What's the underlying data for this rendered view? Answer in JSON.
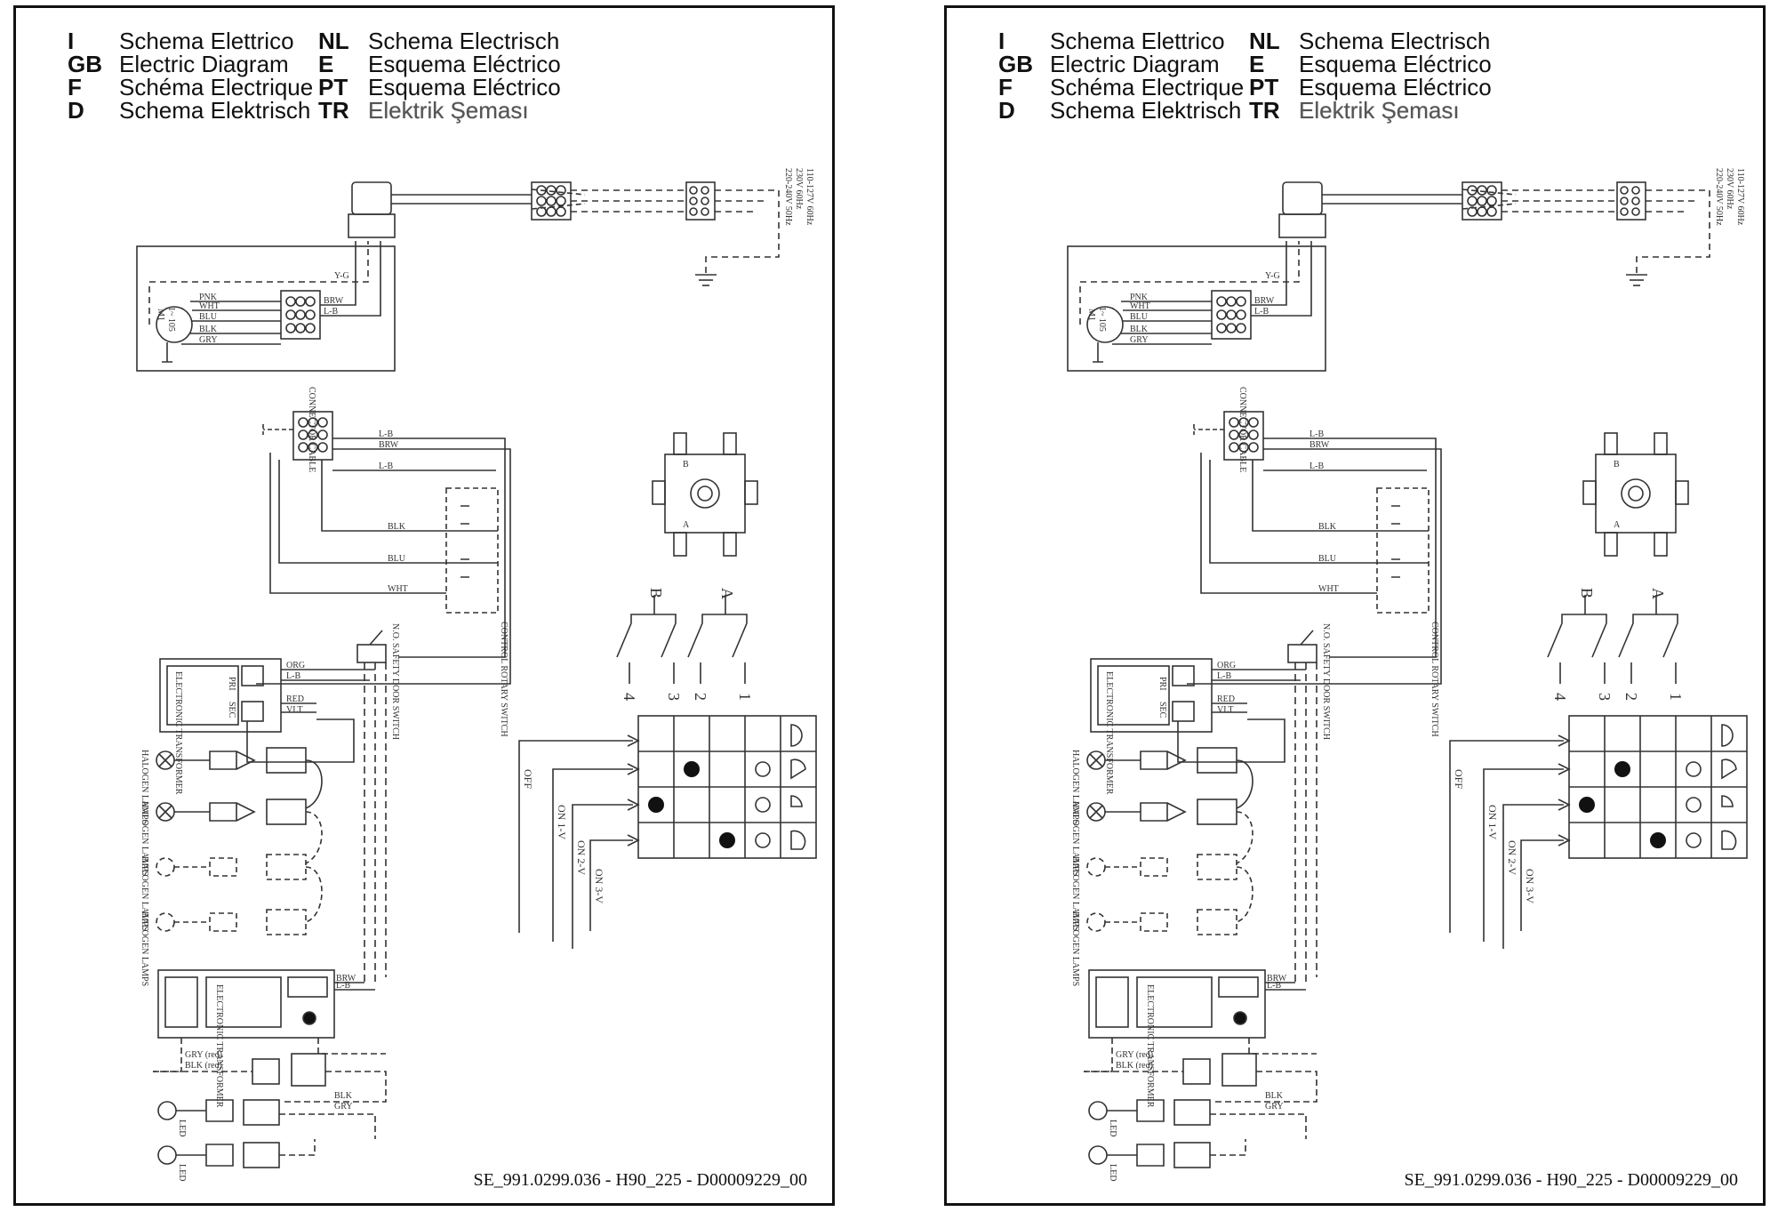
{
  "legend": {
    "left": [
      {
        "code": "I",
        "name": "Schema Elettrico"
      },
      {
        "code": "GB",
        "name": "Electric Diagram"
      },
      {
        "code": "F",
        "name": "Schéma Electrique"
      },
      {
        "code": "D",
        "name": "Schema Elektrisch"
      }
    ],
    "right": [
      {
        "code": "NL",
        "name": "Schema Electrisch"
      },
      {
        "code": "E",
        "name": "Esquema Eléctrico"
      },
      {
        "code": "PT",
        "name": "Esquema Eléctrico"
      },
      {
        "code": "TR",
        "name": "Elektrik Şeması"
      }
    ]
  },
  "supply": {
    "line1": "220-240V 50Hz",
    "line2": "230V 60Hz",
    "line3": "110-127V 60Hz"
  },
  "wires": {
    "yg": "Y-G",
    "pnk": "PNK",
    "wht": "WHT",
    "blu": "BLU",
    "blk": "BLK",
    "gry": "GRY",
    "brw": "BRW",
    "lb": "L-B",
    "org": "ORG",
    "red": "RED",
    "vlt": "VLT",
    "gry_red": "GRY (red)",
    "blk_red": "BLK (red)"
  },
  "labels": {
    "motor": "M1",
    "motor_spec": "1~ 105",
    "connector": "CONNECTOR CABLE",
    "control": "CONTROL ROTARY SWITCH",
    "microswitch": "N.O. SAFETY DOOR SWITCH",
    "transformer": "ELECTRONIC TRANSFORMER",
    "pri": "PRI",
    "sec": "SEC",
    "lamp": "HALOGEN LAMPS",
    "led": "LED"
  },
  "switch": {
    "group_b": "B",
    "group_a": "A",
    "contacts": [
      "4",
      "3",
      "2",
      "1"
    ],
    "inputs": [
      "OFF",
      "ON 1-V",
      "ON 2-V",
      "ON 3-V"
    ],
    "terminal_a": "A",
    "terminal_b": "B"
  },
  "switch_table": {
    "rows": 4,
    "cols": 5,
    "filled_dots": [
      [
        1,
        1
      ],
      [
        2,
        0
      ],
      [
        3,
        2
      ]
    ],
    "open_dots": [
      [
        1,
        3
      ],
      [
        2,
        3
      ],
      [
        3,
        3
      ]
    ],
    "knob_positions": [
      "off",
      "1",
      "2",
      "3"
    ]
  },
  "footer": "SE_991.0299.036 - H90_225 - D00009229_00"
}
